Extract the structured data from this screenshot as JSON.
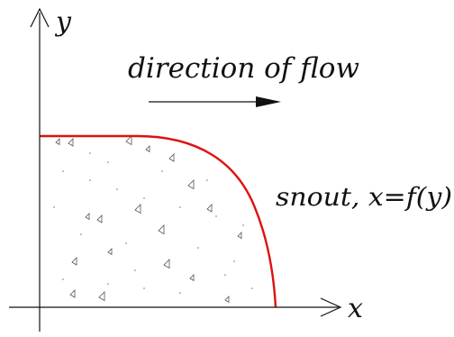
{
  "labels": {
    "y_axis": "y",
    "x_axis": "x",
    "flow": "direction of flow",
    "snout": "snout, x=f(y)"
  },
  "colors": {
    "axis": "#111111",
    "snout_curve": "#e01010",
    "speckle": "#666666"
  }
}
